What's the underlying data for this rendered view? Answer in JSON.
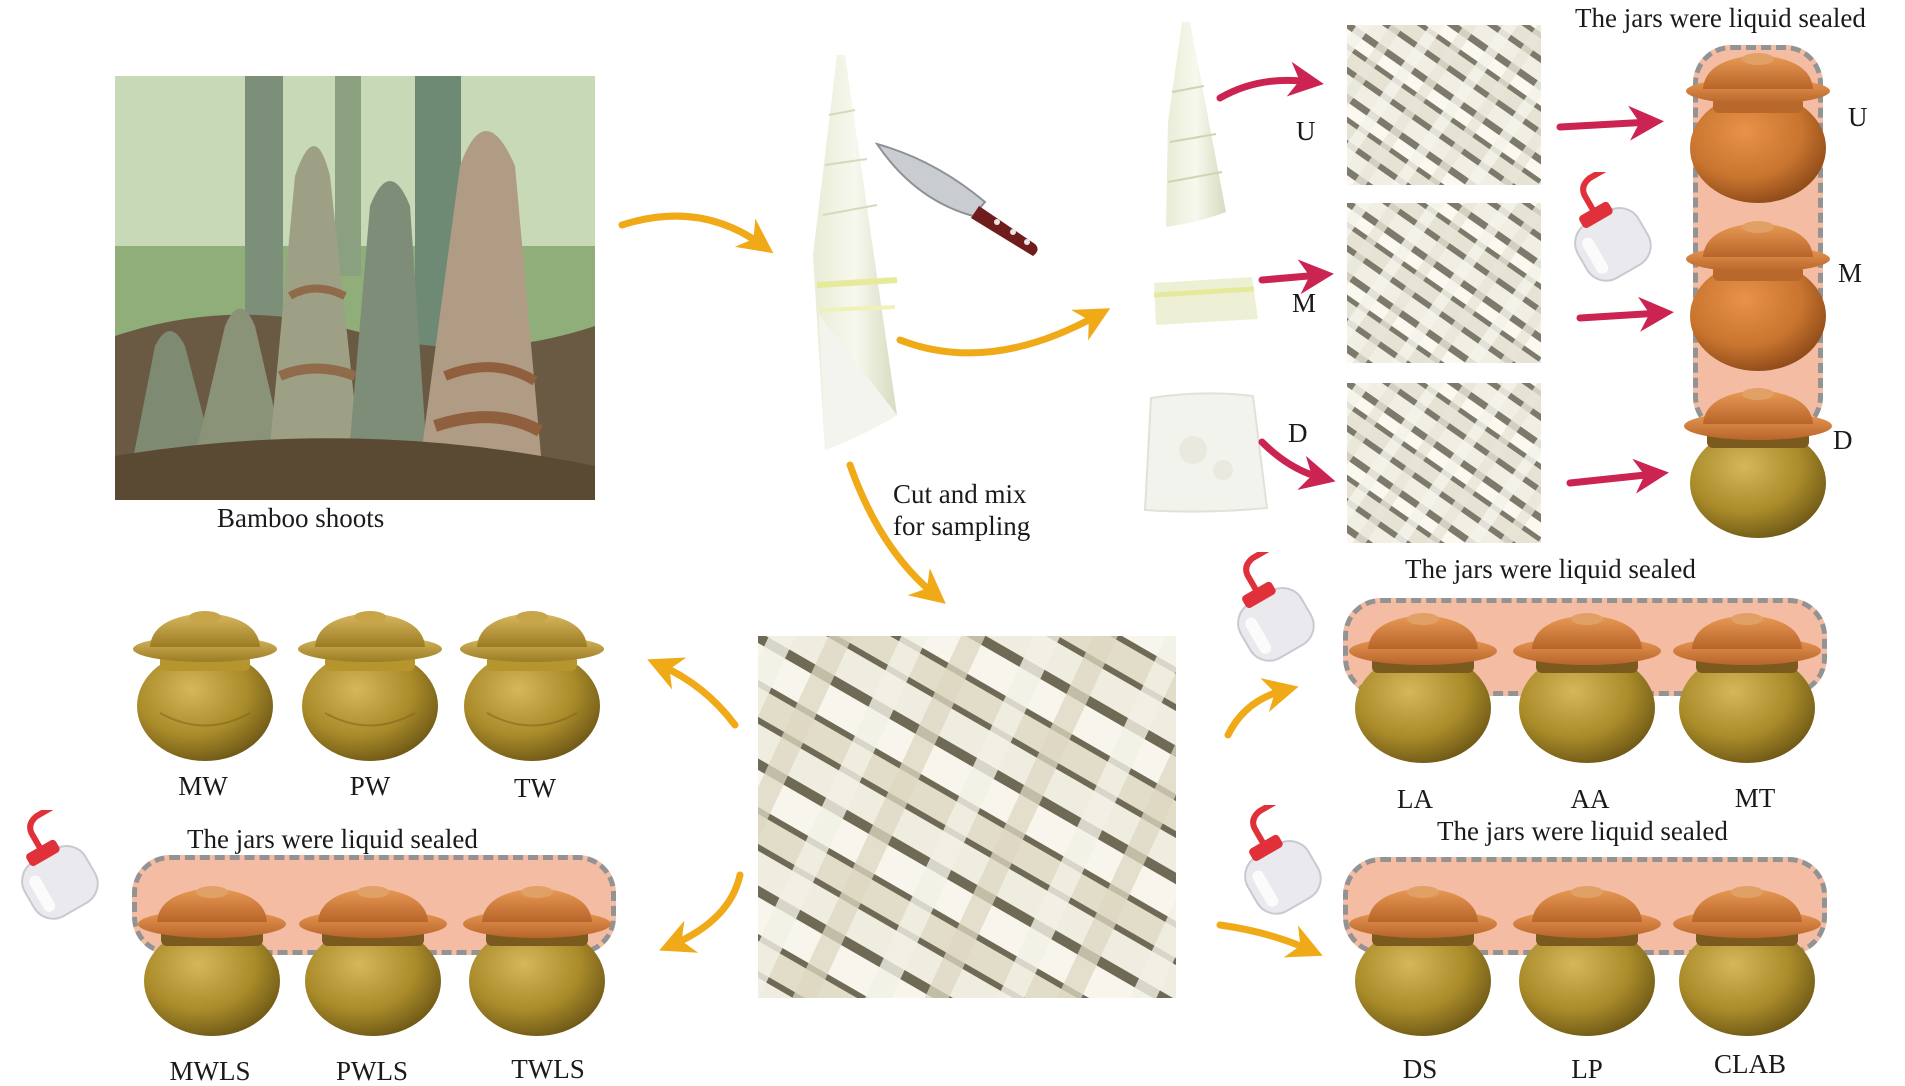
{
  "labels": {
    "bamboo_shoots": "Bamboo shoots",
    "cut_line1": "Cut and mix",
    "cut_line2": "for sampling",
    "sealed": "The jars were liquid sealed",
    "part_u": "U",
    "part_m": "M",
    "part_d": "D",
    "jar_u": "U",
    "jar_m": "M",
    "jar_d": "D"
  },
  "groups": {
    "water": [
      "MW",
      "PW",
      "TW"
    ],
    "water_sealed": [
      "MWLS",
      "PWLS",
      "TWLS"
    ],
    "ferment_a": [
      "LA",
      "AA",
      "MT"
    ],
    "ferment_b": [
      "DS",
      "LP",
      "CLAB"
    ]
  },
  "colors": {
    "gold_arrow": "#f0aa18",
    "red_arrow": "#cc2452",
    "seal_fill": "#f2b79c",
    "seal_border": "#8a8a8a",
    "jar_lid": "#c9752f",
    "jar_body": "#a98b2a"
  },
  "icons": {
    "knife": "knife-icon",
    "bottle": "wash-bottle-icon",
    "jar": "clay-jar-icon"
  }
}
